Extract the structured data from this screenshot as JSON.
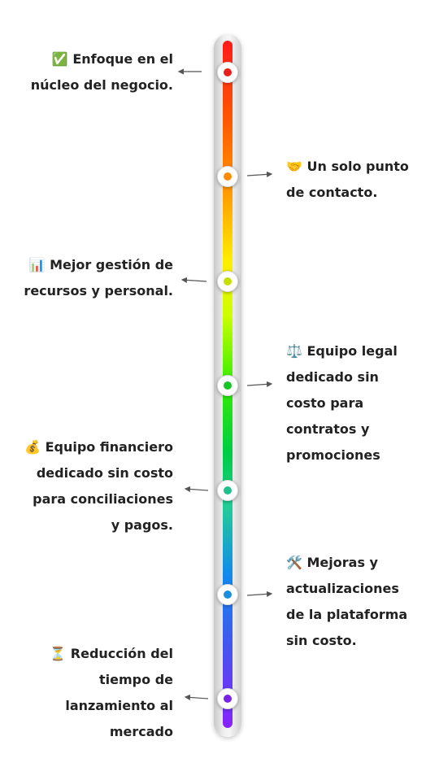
{
  "timeline": {
    "items": [
      {
        "icon": "✅",
        "icon_name": "check-mark-icon",
        "line1": "Enfoque en el",
        "line2": "núcleo del negocio.",
        "text": "",
        "side": "left",
        "dot_color": "#e8201a"
      },
      {
        "icon": "🤝",
        "icon_name": "handshake-icon",
        "line1": "Un solo punto",
        "line2": "de contacto.",
        "text": "",
        "side": "right",
        "dot_color": "#ff8c00"
      },
      {
        "icon": "📊",
        "icon_name": "bar-chart-icon",
        "line1": "Mejor gestión de",
        "line2": "recursos y personal.",
        "text": "",
        "side": "left",
        "dot_color": "#c8e000"
      },
      {
        "icon": "⚖️",
        "icon_name": "scales-icon",
        "line1": "Equipo legal",
        "line2": "dedicado sin",
        "line3": "costo para",
        "line4": "contratos y",
        "line5": "promociones",
        "side": "right",
        "dot_color": "#15c425"
      },
      {
        "icon": "💰",
        "icon_name": "money-bag-icon",
        "line1": "Equipo financiero",
        "line2": "dedicado sin costo",
        "line3": "para conciliaciones",
        "line4": "y pagos.",
        "side": "left",
        "dot_color": "#1fbf8f"
      },
      {
        "icon": "🛠️",
        "icon_name": "tools-icon",
        "line1": "Mejoras y",
        "line2": "actualizaciones",
        "line3": "de la plataforma",
        "line4": "sin costo.",
        "side": "right",
        "dot_color": "#1a8fe0"
      },
      {
        "icon": "⏳",
        "icon_name": "hourglass-icon",
        "line1": "Reducción del",
        "line2": "tiempo de",
        "line3": "lanzamiento al",
        "line4": "mercado",
        "side": "left",
        "dot_color": "#7a22e6"
      }
    ]
  },
  "colors": {
    "text": "#222222",
    "connector": "#555555"
  }
}
